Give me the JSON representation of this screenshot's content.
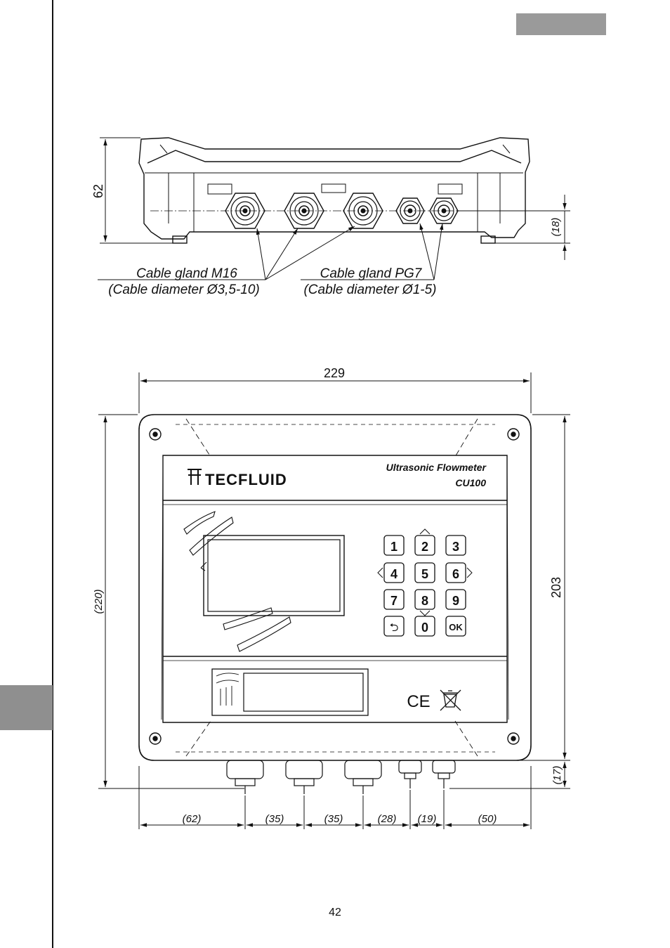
{
  "side_view": {
    "height_dim": "62",
    "gland_offset_dim": "(18)",
    "label_m16": "Cable gland M16",
    "label_m16_sub": "(Cable diameter Ø3,5-10)",
    "label_pg7": "Cable gland PG7",
    "label_pg7_sub": "(Cable diameter Ø1-5)"
  },
  "front_view": {
    "width_dim": "229",
    "height_overall_dim": "(220)",
    "height_body_dim": "203",
    "gland_protrusion_dim": "(17)",
    "brand": "TECFLUID",
    "product_line1": "Ultrasonic Flowmeter",
    "product_line2": "CU100",
    "keys": [
      "1",
      "2",
      "3",
      "4",
      "5",
      "6",
      "7",
      "8",
      "9",
      "⮌",
      "0",
      "OK"
    ],
    "ce_mark": "CE",
    "bottom_dims": [
      "(62)",
      "(35)",
      "(35)",
      "(28)",
      "(19)",
      "(50)"
    ]
  },
  "page_number": "42",
  "colors": {
    "tab_gray": "#9a9a9a",
    "line": "#111111"
  }
}
